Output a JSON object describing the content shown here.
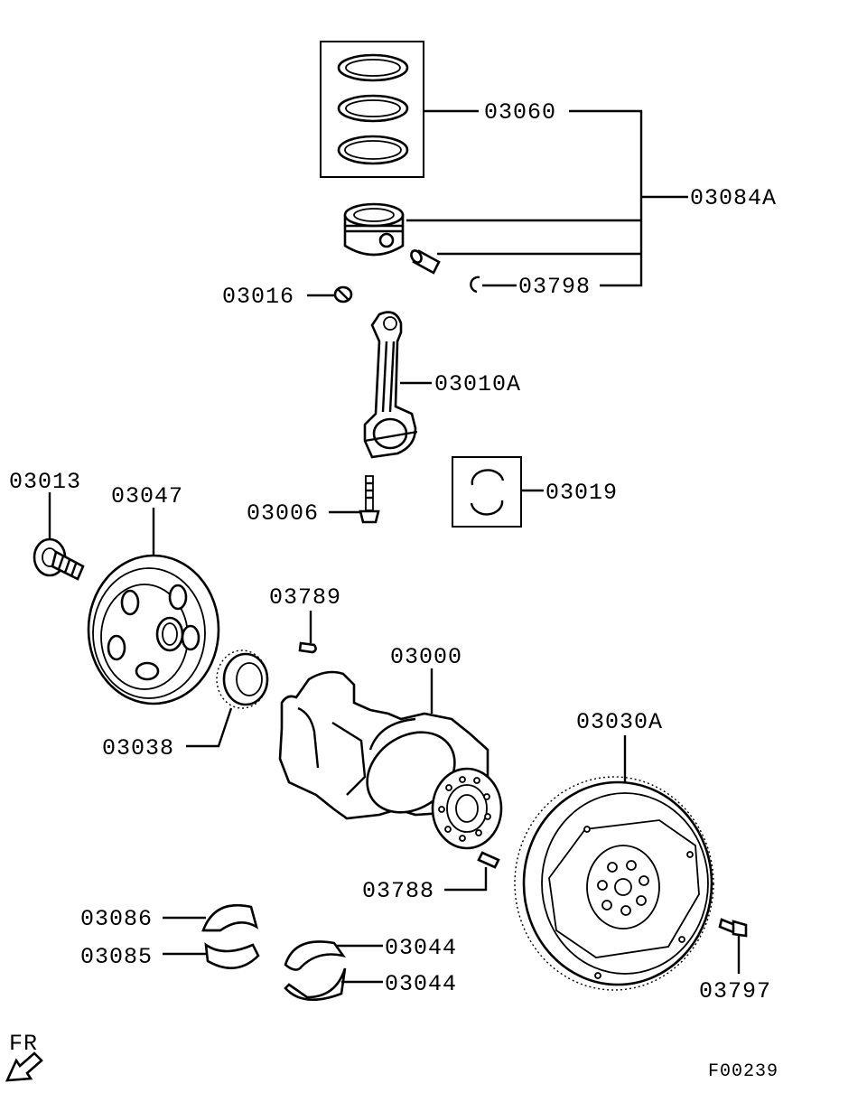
{
  "drawing_id": "F00239",
  "orientation": {
    "label": "FR",
    "icon": "front-arrow-icon"
  },
  "part_labels": {
    "p03060": "03060",
    "p03084A": "03084A",
    "p03798": "03798",
    "p03016": "03016",
    "p03010A": "03010A",
    "p03019": "03019",
    "p03006": "03006",
    "p03013": "03013",
    "p03047": "03047",
    "p03789": "03789",
    "p03000": "03000",
    "p03038": "03038",
    "p03030A": "03030A",
    "p03788": "03788",
    "p03086": "03086",
    "p03085": "03085",
    "p03044a": "03044",
    "p03044b": "03044",
    "p03797": "03797"
  }
}
